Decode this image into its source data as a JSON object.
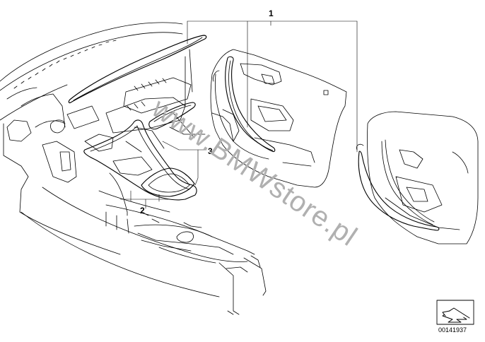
{
  "callouts": {
    "one": "1",
    "two": "2",
    "three": "3"
  },
  "watermark": "www.BMWstore.pl",
  "diagram_id": "00141937",
  "icons": {
    "navigation": "arrow-direction-icon"
  },
  "colors": {
    "line": "#000000",
    "background": "#ffffff",
    "watermark": "#b0b0b0"
  }
}
